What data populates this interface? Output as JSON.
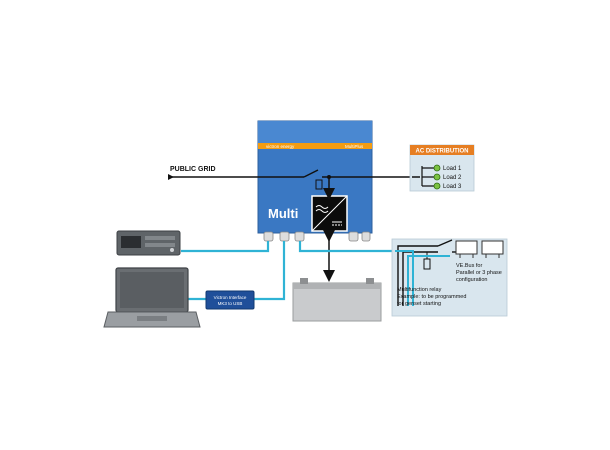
{
  "grid": {
    "label": "PUBLIC GRID"
  },
  "inverter": {
    "brand": "victron energy",
    "model_bar": "MultiPlus",
    "name": "Multi",
    "accent_color": "#f39c12",
    "body_color": "#3a78c3"
  },
  "ac_distribution": {
    "title": "AC DISTRIBUTION",
    "loads": [
      "Load 1",
      "Load 2",
      "Load 3"
    ],
    "header_color": "#e67e22",
    "panel_color": "#d9e6ee"
  },
  "vebus_panel": {
    "vebus_label_1": "VE.Bus for",
    "vebus_label_2": "Parallel or 3 phase",
    "vebus_label_3": "configuration",
    "relay_label_1": "Multifunction relay",
    "relay_label_2": "Example: to be programmed",
    "relay_label_3": "for genset starting"
  },
  "interface": {
    "line_1": "Victron Interface",
    "line_2": "MK3 to USB"
  },
  "colors": {
    "cable_blue": "#2fb3d5",
    "wire_dark": "#111111"
  }
}
